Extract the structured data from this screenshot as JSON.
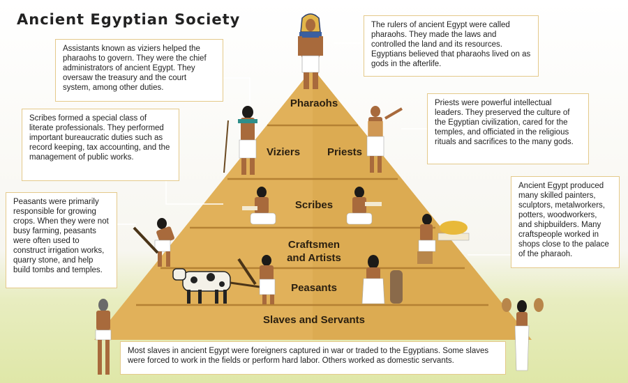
{
  "title": "Ancient Egyptian Society",
  "tiers": {
    "pharaohs": "Pharaohs",
    "viziers": "Viziers",
    "priests": "Priests",
    "scribes": "Scribes",
    "craftsmen": "Craftsmen and Artists",
    "peasants": "Peasants",
    "slaves": "Slaves and Servants"
  },
  "callouts": {
    "pharaohs": "The rulers of ancient Egypt were called pharaohs. They made the laws and controlled the land and its resources. Egyptians believed that pharaohs lived on as gods in the afterlife.",
    "viziers": "Assistants known as viziers helped the pharaohs to govern. They were the chief administrators of ancient Egypt. They oversaw the treasury and the court system, among other duties.",
    "priests": "Priests were powerful intellectual leaders. They preserved the culture of the Egyptian civilization, cared for the temples, and officiated in the religious rituals and sacrifices to the many gods.",
    "scribes": "Scribes formed a special class of literate professionals. They performed important bureaucratic duties such as record keeping, tax accounting, and the management of public works.",
    "craftsmen": "Ancient Egypt produced many skilled painters, sculptors, metalworkers, potters, woodworkers, and shipbuilders. Many craftspeople worked in shops close to the palace of the pharaoh.",
    "peasants": "Peasants were primarily responsible for growing crops. When they were not busy farming, peasants were often used to construct irrigation works, quarry stone, and help build tombs and temples.",
    "slaves": "Most slaves in ancient Egypt were foreigners captured in war or traded to the Egyptians. Some slaves were forced to work in the fields or perform hard labor. Others worked as domestic servants."
  },
  "colors": {
    "pyramid": "#e1b15a",
    "pyramid_shade": "#c9963f",
    "band": "#b48133",
    "callout_border": "#e4c98a",
    "connector": "#ffffff",
    "skin": "#a86a3c",
    "linen": "#ffffff",
    "hair": "#1c1a18"
  },
  "icons": [
    "pharaoh-figure",
    "vizier-figure",
    "priest-figure",
    "scribe-figure",
    "craftsman-figure",
    "farmer-figure",
    "ox-figure",
    "water-carrier-figure",
    "servant-figure"
  ]
}
